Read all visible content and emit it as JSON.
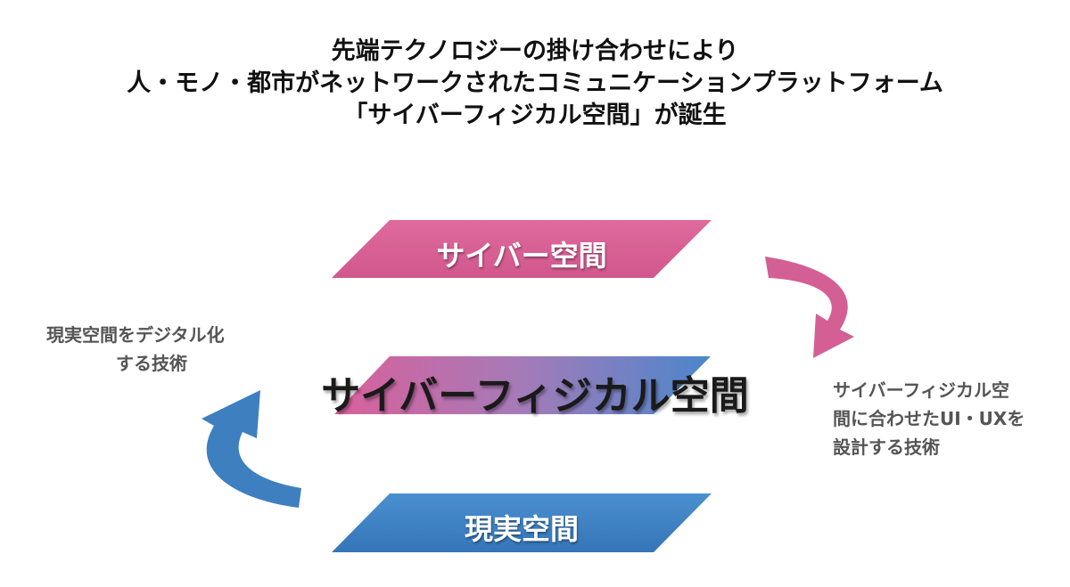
{
  "header": {
    "line1": "先端テクノロジーの掛け合わせにより",
    "line2": "人・モノ・都市がネットワークされたコミュニケーションプラットフォーム",
    "line3": "「サイバーフィジカル空間」が誕生"
  },
  "layers": {
    "cyber": "サイバー空間",
    "cps": "サイバーフィジカル空間",
    "real": "現実空間"
  },
  "annotations": {
    "left_line1": "現実空間をデジタル化",
    "left_line2": "する技術",
    "right_line1": "サイバーフィジカル空",
    "right_line2": "間に合わせたUI・UXを",
    "right_line3": "設計する技術"
  },
  "colors": {
    "pink": "#d95d93",
    "blue": "#3f86c6",
    "purple": "#a77ab8"
  }
}
